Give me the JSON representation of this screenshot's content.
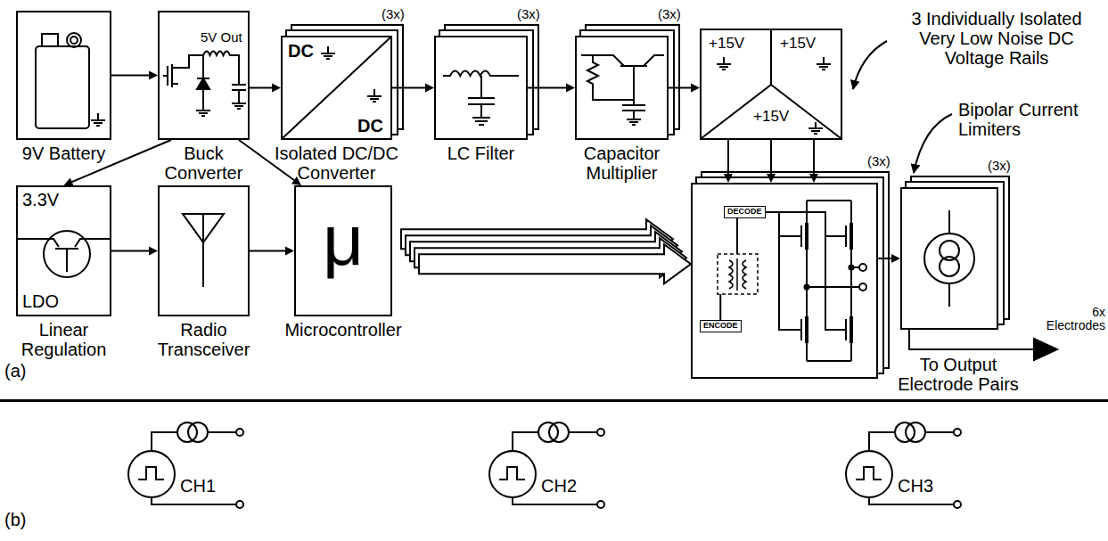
{
  "diagram": {
    "nodes": [
      {
        "text": [
          "9V Battery"
        ]
      },
      {
        "text": [
          "5V Out",
          "Buck Converter"
        ]
      },
      {
        "text": [
          "(3x)",
          "DC",
          "DC",
          "Isolated DC/DC Converter"
        ]
      },
      {
        "text": [
          "(3x)",
          "LC Filter"
        ]
      },
      {
        "text": [
          "(3x)",
          "Capacitor Multiplier"
        ]
      },
      {
        "text": [
          "+15V",
          "+15V",
          "+15V"
        ]
      },
      {
        "text": [
          "3.3V",
          "LDO",
          "Linear Regulation"
        ]
      },
      {
        "text": [
          "Radio Transceiver"
        ]
      },
      {
        "text": [
          "μ",
          "Microcontroller"
        ]
      },
      {
        "text": [
          "(3x)"
        ]
      },
      {
        "text": [
          "DECODE"
        ],
        "in": 9
      },
      {
        "text": [
          "ENCODE"
        ],
        "in": 9
      },
      {
        "text": [
          "(3x)"
        ]
      }
    ],
    "edges": [
      {
        "from": 0,
        "to": 1,
        "arrow": "to"
      },
      {
        "from": 1,
        "to": 2,
        "arrow": "to"
      },
      {
        "from": 2,
        "to": 3,
        "arrow": "to"
      },
      {
        "from": 3,
        "to": 4,
        "arrow": "to"
      },
      {
        "from": 4,
        "to": 5,
        "arrow": "to"
      },
      {
        "from": 1,
        "to": 6,
        "arrow": "to"
      },
      {
        "from": 1,
        "to": 8,
        "arrow": "to"
      },
      {
        "from": 6,
        "to": 7,
        "arrow": "to"
      },
      {
        "from": 7,
        "to": 8,
        "arrow": "to"
      },
      {
        "from": 8,
        "to": 9,
        "arrow": "to"
      },
      {
        "from": 5,
        "to": 9,
        "arrow": "to"
      },
      {
        "from": 5,
        "to": 9,
        "arrow": "to"
      },
      {
        "from": 5,
        "to": 9,
        "arrow": "to"
      },
      {
        "from": 9,
        "to": 12,
        "arrow": "to"
      }
    ],
    "labels": [
      "3 Individually Isolated Very Low Noise DC Voltage Rails",
      "Bipolar Current Limiters",
      "6x Electrodes",
      "To Output Electrode Pairs",
      "(a)",
      "(b)",
      "CH1",
      "CH2",
      "CH3"
    ]
  }
}
